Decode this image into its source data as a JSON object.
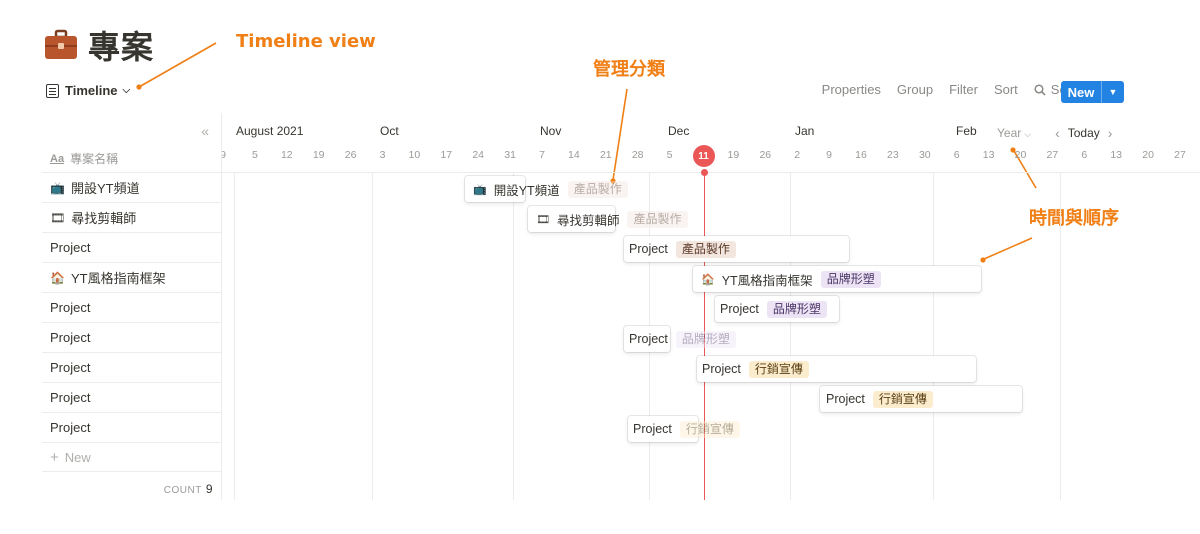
{
  "page": {
    "title": "專案",
    "icon": "briefcase-icon"
  },
  "annotations": {
    "timeline_view": "Timeline view",
    "category": "管理分類",
    "time_order": "時間與順序",
    "color": "#f07f15"
  },
  "view": {
    "label": "Timeline",
    "icon": "timeline-view-icon"
  },
  "toolbar": {
    "properties": "Properties",
    "group": "Group",
    "filter": "Filter",
    "sort": "Sort",
    "search": "Search",
    "more": "···",
    "new_label": "New",
    "accent": "#2383e2"
  },
  "table": {
    "column_header": "專案名稱",
    "column_icon": "Aa",
    "rows": [
      {
        "emoji": "📺",
        "name": "開設YT頻道"
      },
      {
        "emoji": "🎞",
        "name": "尋找剪輯師"
      },
      {
        "emoji": "",
        "name": "Project"
      },
      {
        "emoji": "🏠",
        "name": "YT風格指南框架"
      },
      {
        "emoji": "",
        "name": "Project"
      },
      {
        "emoji": "",
        "name": "Project"
      },
      {
        "emoji": "",
        "name": "Project"
      },
      {
        "emoji": "",
        "name": "Project"
      },
      {
        "emoji": "",
        "name": "Project"
      }
    ],
    "new_label": "New",
    "count_label": "COUNT",
    "count_value": "9"
  },
  "timeline": {
    "months": [
      "August 2021",
      "Oct",
      "Nov",
      "Dec",
      "Jan",
      "Feb"
    ],
    "days": [
      "9",
      "5",
      "12",
      "19",
      "26",
      "3",
      "10",
      "17",
      "24",
      "31",
      "7",
      "14",
      "21",
      "28",
      "5",
      "11",
      "19",
      "26",
      "2",
      "9",
      "16",
      "23",
      "30",
      "6",
      "13",
      "20",
      "27",
      "6",
      "13",
      "20",
      "27"
    ],
    "today": "11",
    "today_color": "#eb5757",
    "scale_label": "Year",
    "today_label": "Today",
    "items": [
      {
        "emoji": "📺",
        "name": "開設YT頻道",
        "tag": "產品製作",
        "tag_color": "brown"
      },
      {
        "emoji": "🎞",
        "name": "尋找剪輯師",
        "tag": "產品製作",
        "tag_color": "brown"
      },
      {
        "emoji": "",
        "name": "Project",
        "tag": "產品製作",
        "tag_color": "brown"
      },
      {
        "emoji": "🏠",
        "name": "YT風格指南框架",
        "tag": "品牌形塑",
        "tag_color": "purple"
      },
      {
        "emoji": "",
        "name": "Project",
        "tag": "品牌形塑",
        "tag_color": "purple"
      },
      {
        "emoji": "",
        "name": "Project",
        "tag": "品牌形塑",
        "tag_color": "purple"
      },
      {
        "emoji": "",
        "name": "Project",
        "tag": "行銷宣傳",
        "tag_color": "yellow"
      },
      {
        "emoji": "",
        "name": "Project",
        "tag": "行銷宣傳",
        "tag_color": "yellow"
      },
      {
        "emoji": "",
        "name": "Project",
        "tag": "行銷宣傳",
        "tag_color": "yellow"
      }
    ]
  }
}
